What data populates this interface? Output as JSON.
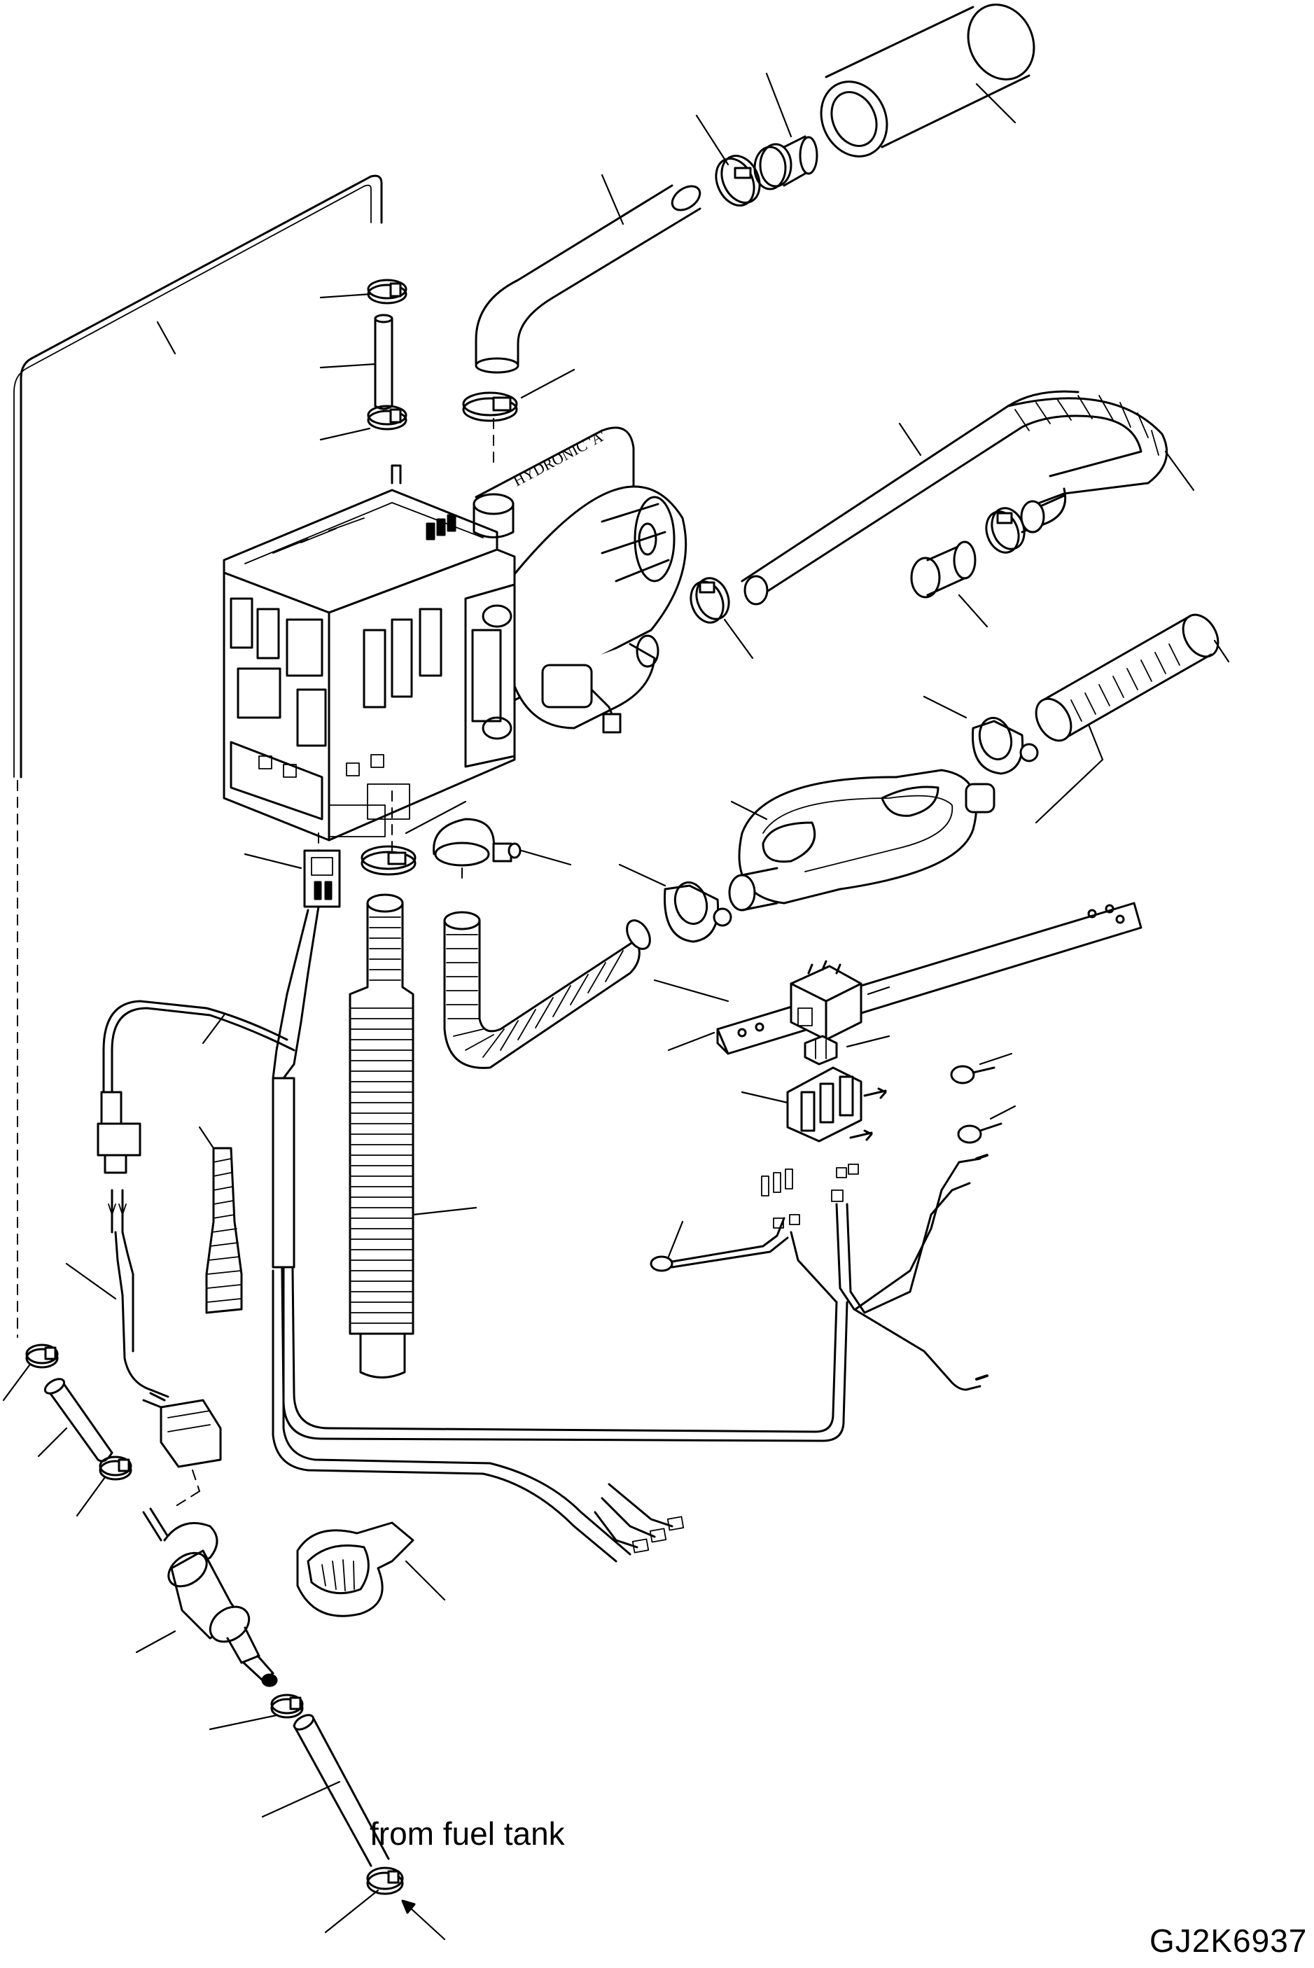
{
  "caption": "from fuel tank",
  "figure_id": "GJ2K6937",
  "heater_brand_lettering": "HYDRONIC 'A'",
  "parts": [
    "fuel-pipe-long",
    "hose-clamp",
    "fuel-hose-short",
    "heater-unit",
    "coolant-hose-elbow",
    "coolant-adapter",
    "coolant-hose-straight",
    "flexible-coolant-hose",
    "silencer",
    "exhaust-bracket",
    "exhaust-flex-pipe",
    "mounting-bracket",
    "relay",
    "fuse-holder",
    "wiring-harness",
    "dosing-pump",
    "pump-bracket",
    "ring-terminal",
    "corrugated-sleeve"
  ]
}
